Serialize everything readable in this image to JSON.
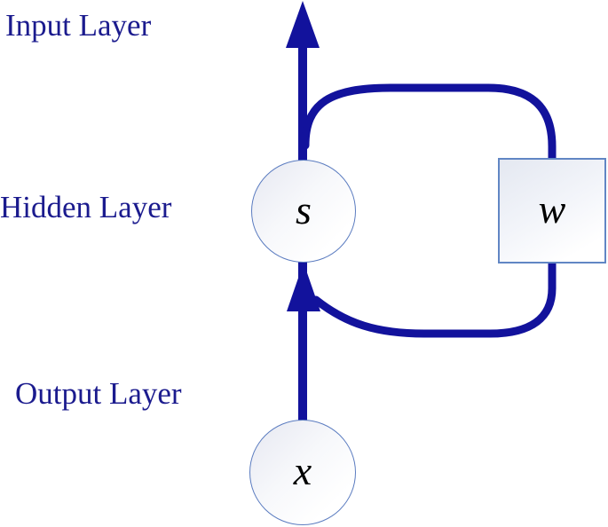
{
  "diagram": {
    "type": "recurrent-neural-network-diagram",
    "labels": {
      "input": "Input Layer",
      "hidden": "Hidden Layer",
      "output": "Output Layer"
    },
    "nodes": {
      "hidden_state": "s",
      "weight": "w",
      "input_node": "x"
    },
    "edges": [
      "x -> s (upward arrow)",
      "s -> out (upward arrow exiting top)",
      "s -> w -> s (recurrent loop, arrow into bottom of s)"
    ],
    "colors": {
      "arrow": "#12129c",
      "label_text": "#1b1b8e",
      "circle_border": "#5b7cc0",
      "box_border": "#6186c4",
      "node_letter": "#000000",
      "background": "#ffffff"
    }
  }
}
